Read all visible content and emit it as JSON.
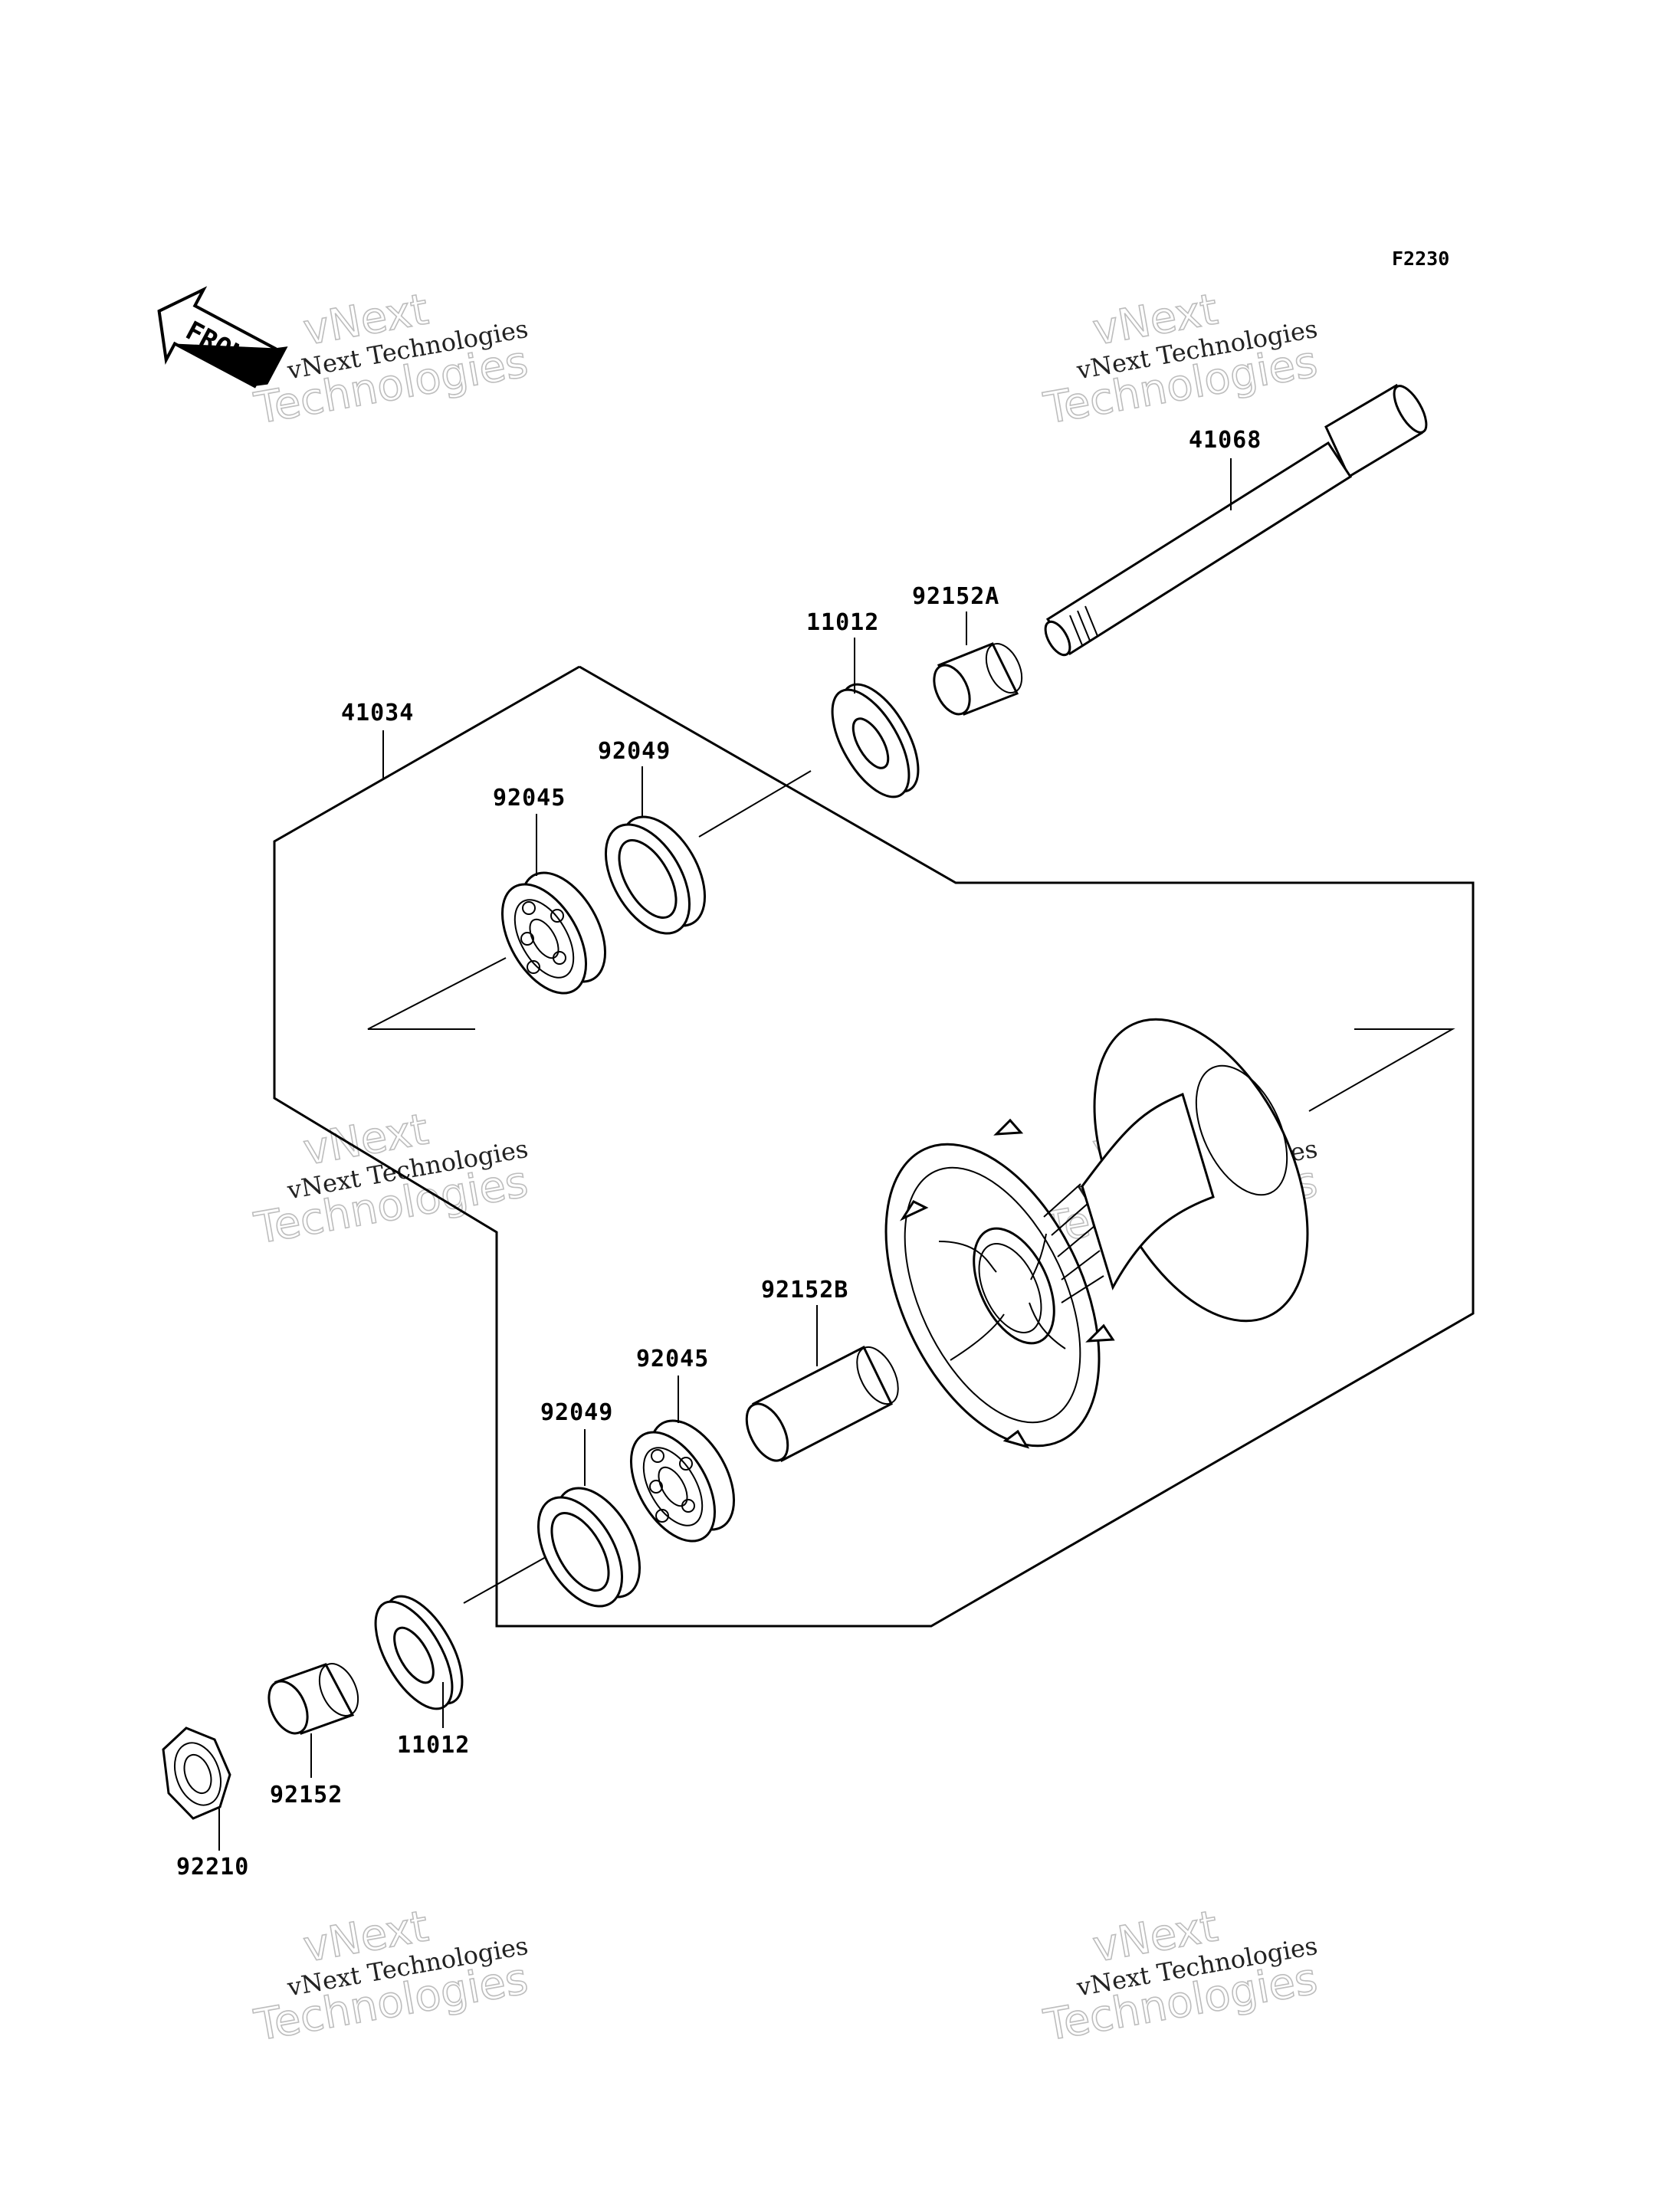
{
  "figure_code": "F2230",
  "front_marker": "FRONT",
  "watermark": {
    "line1": "vNext",
    "line2": "vNext Technologies",
    "line3": "Technologies"
  },
  "parts": {
    "axle": "41068",
    "collar_a": "92152A",
    "seal_top": "11012",
    "bearing_seal_top": "92049",
    "bearing_top": "92045",
    "hub_assembly": "41034",
    "collar_b": "92152B",
    "bearing_bottom": "92045",
    "bearing_seal_bottom": "92049",
    "seal_bottom": "11012",
    "collar": "92152",
    "nut": "92210"
  }
}
